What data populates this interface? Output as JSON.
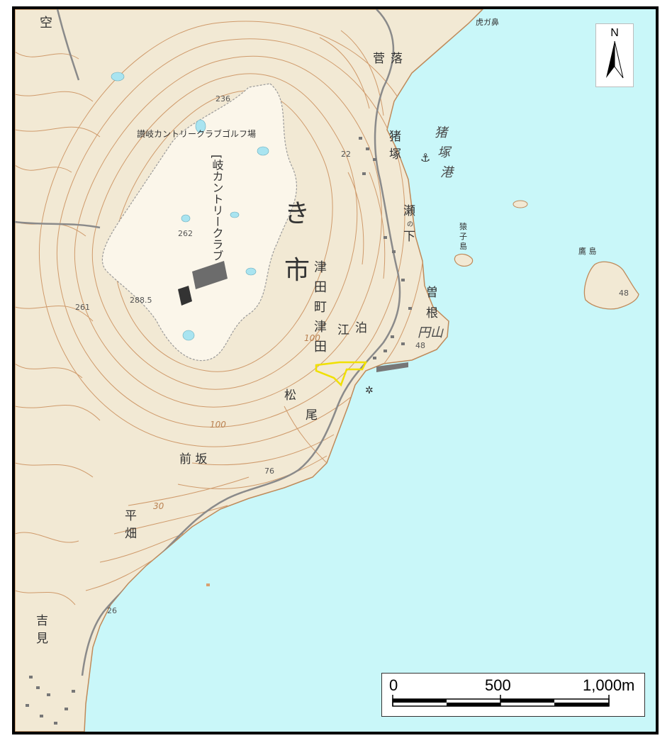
{
  "map": {
    "north_label": "N",
    "scale": {
      "tick_0": "0",
      "tick_1": "500",
      "tick_2": "1,000m"
    },
    "labels": {
      "sora": "空",
      "torago_bana": "虎ガ鼻",
      "sugaochi_1": "菅",
      "sugaochi_2": "落",
      "inotsuka_1": "猪",
      "inotsuka_2": "塚",
      "inotsuka_ko_1": "猪",
      "inotsuka_ko_2": "塚",
      "inotsuka_ko_3": "港",
      "senoshita_1": "瀬",
      "senoshita_2": "の",
      "senoshita_3": "下",
      "sarugo_1": "猿",
      "sarugo_2": "子",
      "sarugo_3": "島",
      "takashima": "鷹 島",
      "sone_1": "曽",
      "sone_2": "根",
      "maruyama": "円山",
      "sanuki_golf": "讃岐カントリークラブゴルフ場",
      "kicountry_1": "[岐カントリークラブ",
      "city_1": "き",
      "city_2": "市",
      "tsuda_1": "津",
      "tsuda_2": "田",
      "tsuda_3": "町",
      "tsuda_4": "津",
      "tsuda_5": "田",
      "edomari_1": "江",
      "edomari_2": "泊",
      "matsuo_1": "松",
      "matsuo_2": "尾",
      "maesaka": "前 坂",
      "hirahata_1": "平",
      "hirahata_2": "畑",
      "yoshimi_1": "吉",
      "yoshimi_2": "見"
    },
    "spot_heights": {
      "h236": "236",
      "h262": "262",
      "h288": "288.5",
      "h261": "261",
      "h22": "22",
      "h48a": "48",
      "h48b": "48",
      "h76": "76",
      "h26": "26"
    },
    "contour_labels": {
      "c100a": "100",
      "c100b": "100",
      "c30": "30"
    },
    "colors": {
      "land": "#f2e9d4",
      "sea": "#c9f7f9",
      "contour": "#cf9a6b",
      "site_outline": "#f0e000"
    }
  }
}
